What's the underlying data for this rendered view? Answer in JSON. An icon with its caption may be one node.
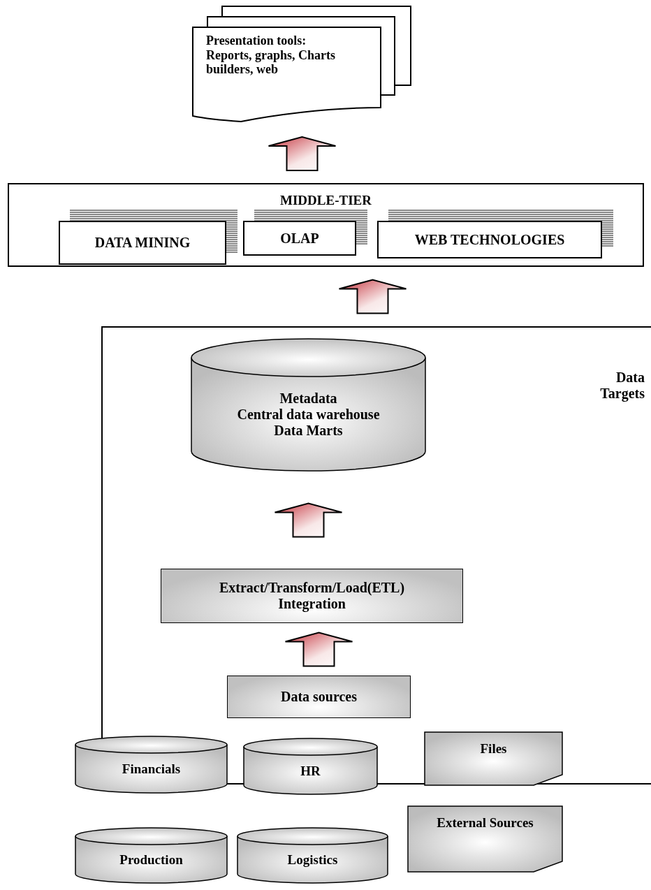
{
  "diagram": {
    "nodes": [
      {
        "text": [
          "Presentation tools: Reports, graphs, Charts builders, web"
        ]
      },
      {
        "text": [
          "MIDDLE-TIER"
        ]
      },
      {
        "text": [
          "DATA MINING"
        ],
        "in": 1
      },
      {
        "text": [
          "OLAP"
        ],
        "in": 1
      },
      {
        "text": [
          "WEB TECHNOLOGIES"
        ],
        "in": 1
      },
      {
        "text": [
          "Data Targets"
        ]
      },
      {
        "text": [
          "Metadata",
          "Central data warehouse",
          "Data Marts"
        ],
        "in": 5
      },
      {
        "text": [
          "Extract/Transform/Load(ETL) Integration"
        ],
        "in": 5
      },
      {
        "text": [
          "Data sources"
        ],
        "in": 5
      },
      {
        "text": [
          "Financials"
        ]
      },
      {
        "text": [
          "HR"
        ]
      },
      {
        "text": [
          "Files"
        ],
        "in": 5
      },
      {
        "text": [
          "Production"
        ]
      },
      {
        "text": [
          "Logistics"
        ]
      },
      {
        "text": [
          "External Sources"
        ]
      }
    ],
    "edges": [
      {
        "from": 1,
        "to": 0,
        "arrow": "to",
        "style": "thick"
      },
      {
        "from": 5,
        "to": 1,
        "arrow": "to",
        "style": "thick"
      },
      {
        "from": 7,
        "to": 6,
        "arrow": "to",
        "style": "thick"
      },
      {
        "from": 8,
        "to": 7,
        "arrow": "to",
        "style": "thick"
      }
    ]
  }
}
